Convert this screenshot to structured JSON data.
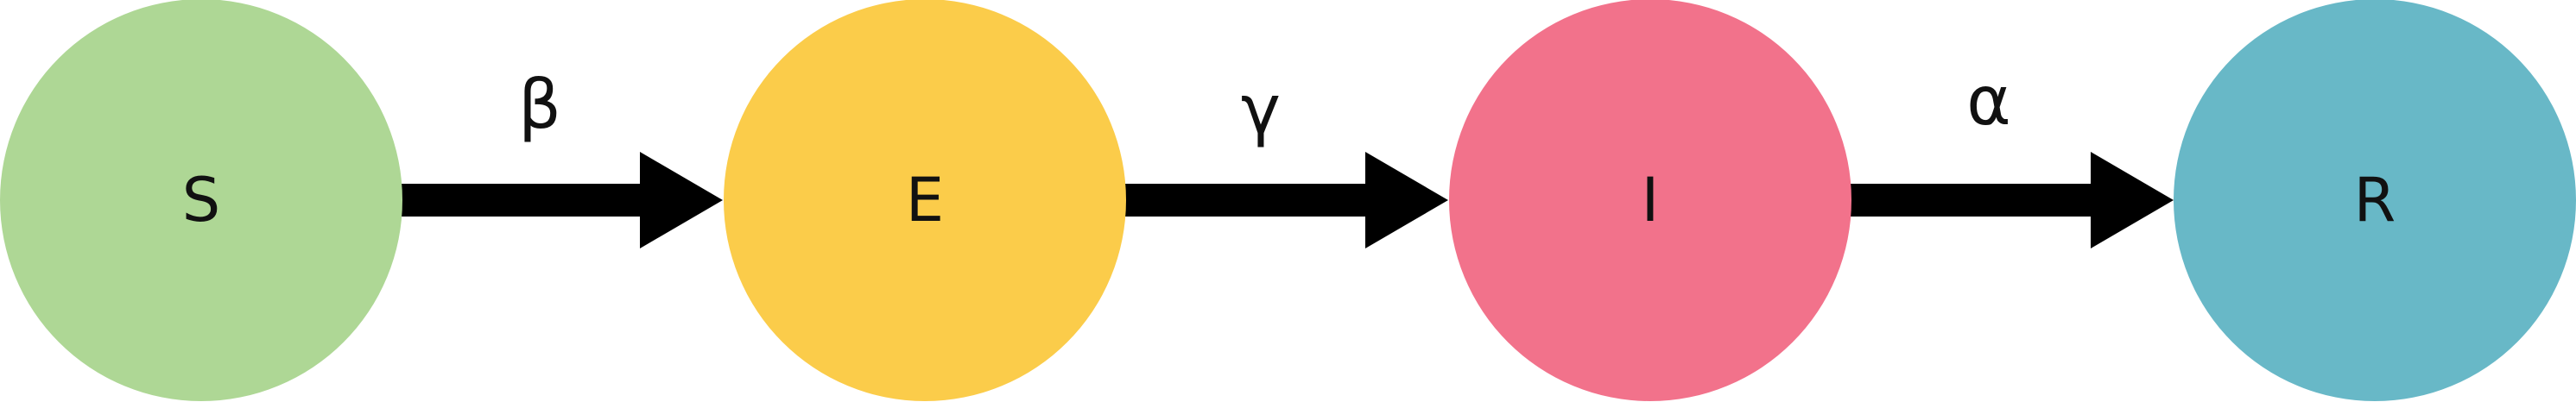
{
  "nodes": [
    {
      "id": "S",
      "label": "S",
      "color": "#aed795"
    },
    {
      "id": "E",
      "label": "E",
      "color": "#fbcc4a"
    },
    {
      "id": "I",
      "label": "I",
      "color": "#f2728b"
    },
    {
      "id": "R",
      "label": "R",
      "color": "#68b8c7"
    }
  ],
  "edges": [
    {
      "from": "S",
      "to": "E",
      "label": "β"
    },
    {
      "from": "E",
      "to": "I",
      "label": "γ"
    },
    {
      "from": "I",
      "to": "R",
      "label": "α"
    }
  ],
  "arrow_color": "#000000"
}
